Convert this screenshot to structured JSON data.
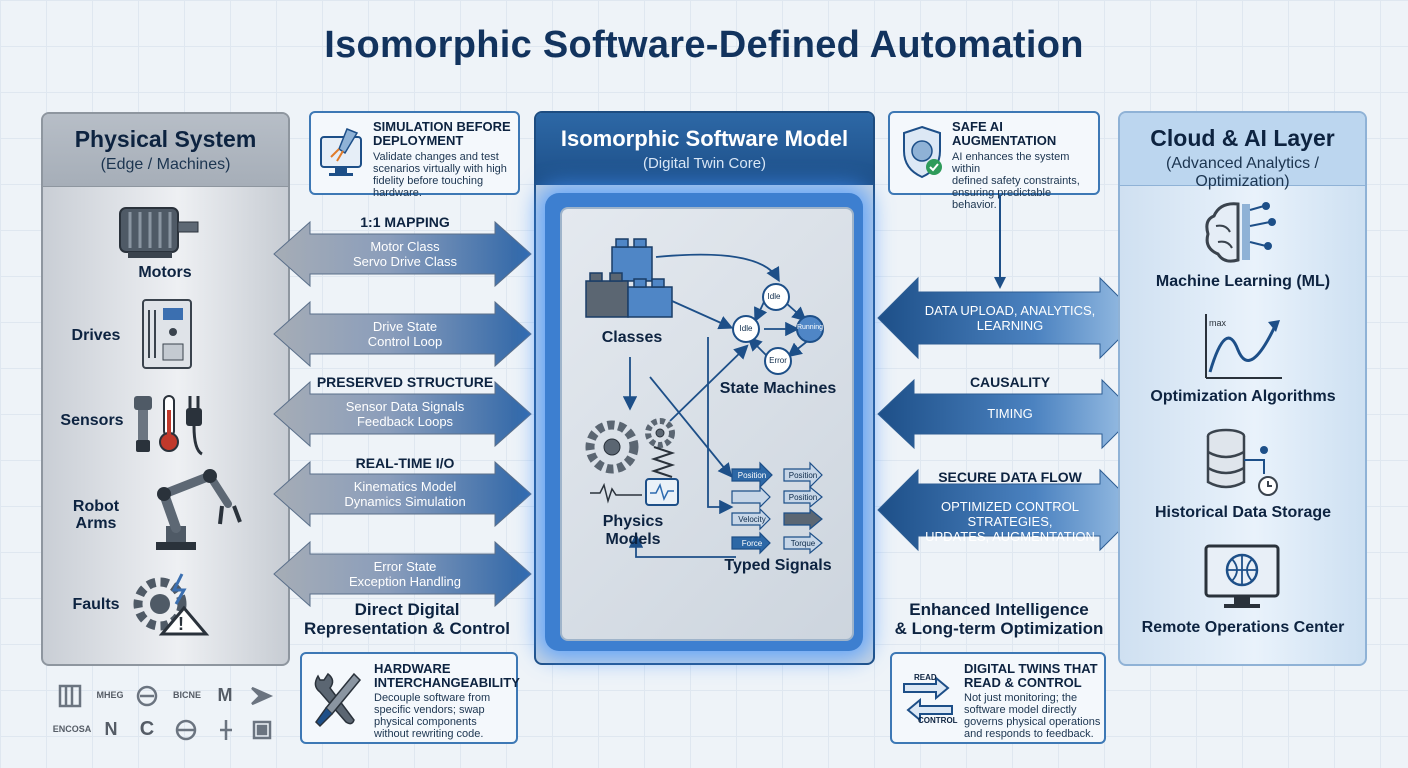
{
  "title": "Isomorphic Software-Defined Automation",
  "physical": {
    "title": "Physical System",
    "subtitle": "(Edge / Machines)",
    "items": [
      "Motors",
      "Drives",
      "Sensors",
      "Robot\nArms",
      "Faults"
    ]
  },
  "core": {
    "title": "Isomorphic Software Model",
    "subtitle": "(Digital Twin Core)",
    "classes": "Classes",
    "state_machines": "State Machines",
    "physics_models": "Physics Models",
    "typed_signals": "Typed Signals",
    "states": [
      "Idle",
      "Idle",
      "Running",
      "Error"
    ],
    "signals_left": [
      "Position",
      "",
      "Velocity",
      "Force"
    ],
    "signals_right": [
      "Position",
      "Position",
      "",
      "Torque"
    ]
  },
  "cloud": {
    "title": "Cloud & AI Layer",
    "subtitle": "(Advanced Analytics / Optimization)",
    "items": [
      "Machine Learning (ML)",
      "Optimization Algorithms",
      "Historical Data Storage",
      "Remote Operations Center"
    ],
    "chart_label": "max"
  },
  "left_arrows": {
    "label_top": "1:1 MAPPING",
    "arrow1": "Motor Class\nServo Drive Class",
    "arrow2": "Drive State\nControl Loop",
    "label_mid": "PRESERVED STRUCTURE",
    "arrow3": "Sensor Data Signals\nFeedback Loops",
    "label_rt": "REAL-TIME I/O",
    "arrow4": "Kinematics Model\nDynamics Simulation",
    "arrow5": "Error State\nException Handling",
    "footer": "Direct Digital\nRepresentation & Control"
  },
  "right_arrows": {
    "arrow1": "DATA UPLOAD, ANALYTICS,\nLEARNING",
    "label_causality": "CAUSALITY",
    "arrow2": "TIMING",
    "label_secure": "SECURE DATA FLOW",
    "arrow3": "OPTIMIZED CONTROL STRATEGIES,\nUPDATES, AUGMENTATION",
    "footer": "Enhanced Intelligence\n& Long-term Optimization"
  },
  "boxes": {
    "sim": {
      "title": "SIMULATION BEFORE\nDEPLOYMENT",
      "body": "Validate changes and test\nscenarios virtually with high\nfidelity before touching hardware."
    },
    "safe": {
      "title": "SAFE AI\nAUGMENTATION",
      "body": "AI enhances the system within\ndefined safety constraints,\nensuring predictable behavior."
    },
    "hw": {
      "title": "HARDWARE\nINTERCHANGEABILITY",
      "body": "Decouple software from\nspecific vendors; swap\nphysical components\nwithout rewriting code."
    },
    "twins": {
      "title": "DIGITAL TWINS THAT\nREAD & CONTROL",
      "body": "Not just monitoring; the\nsoftware model directly\ngoverns physical operations\nand responds to feedback.",
      "read": "READ",
      "control": "CONTROL"
    }
  },
  "logos": [
    "",
    "MHEG",
    "",
    "BICNE",
    "M",
    "",
    "ENCOSA",
    "N",
    "C",
    "",
    "",
    ""
  ],
  "colors": {
    "dark_blue": "#1d4f88",
    "accent_blue": "#3d7fd0",
    "gray_arrow": "#9aa2ac"
  }
}
